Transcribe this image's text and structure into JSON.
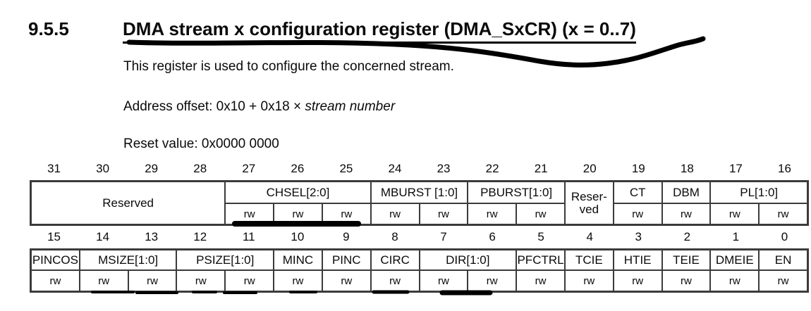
{
  "page": {
    "section_number": "9.5.5",
    "title": "DMA stream x configuration register (DMA_SxCR) (x = 0..7)",
    "description": "This register is used to configure the concerned stream.",
    "address_offset_prefix": "Address offset: 0x10 + 0x18 × ",
    "address_offset_variable": "stream number",
    "reset_value": "Reset value: 0x0000 0000"
  },
  "register_table": {
    "high_word": {
      "bits": [
        "31",
        "30",
        "29",
        "28",
        "27",
        "26",
        "25",
        "24",
        "23",
        "22",
        "21",
        "20",
        "19",
        "18",
        "17",
        "16"
      ],
      "field_names": [
        "Reserved",
        "CHSEL[2:0]",
        "MBURST [1:0]",
        "PBURST[1:0]",
        "Reser-\nved",
        "CT",
        "DBM",
        "PL[1:0]"
      ],
      "rw": [
        "rw",
        "rw",
        "rw",
        "rw",
        "rw",
        "rw",
        "rw",
        "rw",
        "rw",
        "rw",
        "rw"
      ]
    },
    "low_word": {
      "bits": [
        "15",
        "14",
        "13",
        "12",
        "11",
        "10",
        "9",
        "8",
        "7",
        "6",
        "5",
        "4",
        "3",
        "2",
        "1",
        "0"
      ],
      "field_names": [
        "PINCOS",
        "MSIZE[1:0]",
        "PSIZE[1:0]",
        "MINC",
        "PINC",
        "CIRC",
        "DIR[1:0]",
        "PFCTRL",
        "TCIE",
        "HTIE",
        "TEIE",
        "DMEIE",
        "EN"
      ],
      "rw": [
        "rw",
        "rw",
        "rw",
        "rw",
        "rw",
        "rw",
        "rw",
        "rw",
        "rw",
        "rw",
        "rw",
        "rw",
        "rw",
        "rw",
        "rw",
        "rw"
      ]
    }
  },
  "annotations": {
    "marker_color": "#000000",
    "marked_items": [
      "title underline swoosh",
      "CHSEL[2:0] rw bits 27-25",
      "MSIZE[1:0] rw",
      "PSIZE[1:0] rw",
      "MINC rw",
      "CIRC rw",
      "DIR[1:0] rw"
    ]
  }
}
